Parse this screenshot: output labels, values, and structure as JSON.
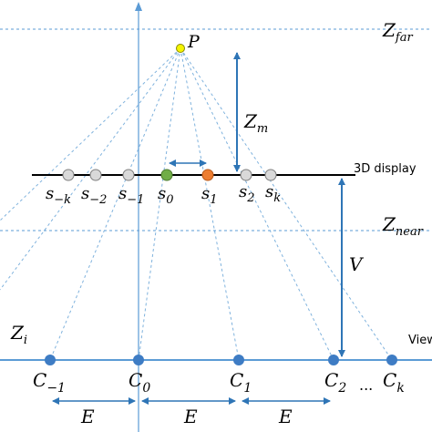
{
  "labels": {
    "z_far": "Z",
    "z_far_sub": "far",
    "z_near": "Z",
    "z_near_sub": "near",
    "z_m": "Z",
    "z_m_sub": "m",
    "z_i": "Z",
    "z_i_sub": "i",
    "v": "V",
    "p": "P",
    "display_3d": "3D display",
    "viewing": "View",
    "ellipsis": "...",
    "e1": "E",
    "e2": "E",
    "e3": "E"
  },
  "subpixels": [
    {
      "main": "s",
      "sub": "−k"
    },
    {
      "main": "s",
      "sub": "−2"
    },
    {
      "main": "s",
      "sub": "−1"
    },
    {
      "main": "s",
      "sub": "0"
    },
    {
      "main": "s",
      "sub": "1"
    },
    {
      "main": "s",
      "sub": "2"
    },
    {
      "main": "s",
      "sub": "k"
    }
  ],
  "cameras": [
    {
      "main": "C",
      "sub": "−1"
    },
    {
      "main": "C",
      "sub": "0"
    },
    {
      "main": "C",
      "sub": "1"
    },
    {
      "main": "C",
      "sub": "2"
    },
    {
      "main": "C",
      "sub": "k"
    }
  ],
  "colors": {
    "guide_line": "#5b9bd5",
    "axis_line": "#5b9bd5",
    "dashed_ray": "#7fb2dd",
    "display_line": "#000000",
    "camera_dot": "#3e7cc4",
    "point_p": "#f5f500",
    "s0_dot": "#70ad47",
    "s1_dot": "#ed7d31",
    "grey_dot": "#d9d9d9",
    "arrow": "#2e75b6"
  }
}
